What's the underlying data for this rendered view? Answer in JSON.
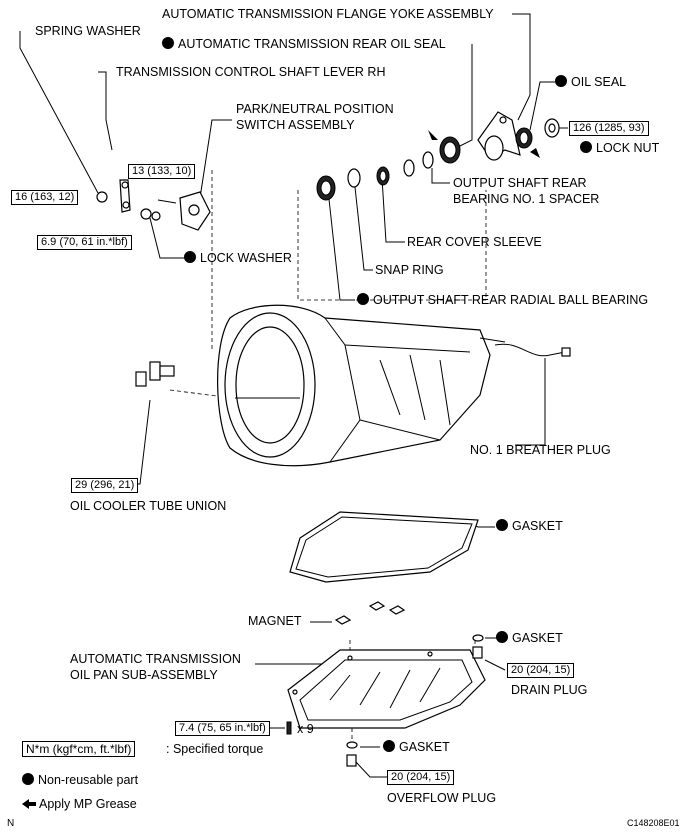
{
  "labels": {
    "flange_yoke": "AUTOMATIC TRANSMISSION FLANGE YOKE ASSEMBLY",
    "spring_washer": "SPRING WASHER",
    "rear_oil_seal": "AUTOMATIC TRANSMISSION REAR OIL SEAL",
    "oil_seal": "OIL SEAL",
    "control_shaft_lever": "TRANSMISSION CONTROL SHAFT LEVER RH",
    "park_neutral_1": "PARK/NEUTRAL POSITION",
    "park_neutral_2": "SWITCH ASSEMBLY",
    "lock_nut": "LOCK NUT",
    "spacer_1": "OUTPUT SHAFT REAR",
    "spacer_2": "BEARING NO. 1 SPACER",
    "rear_cover_sleeve": "REAR COVER SLEEVE",
    "lock_washer": "LOCK WASHER",
    "snap_ring": "SNAP RING",
    "radial_ball_bearing": "OUTPUT SHAFT REAR RADIAL BALL BEARING",
    "breather_plug": "NO. 1 BREATHER PLUG",
    "oil_cooler_union": "OIL COOLER TUBE UNION",
    "gasket_pan": "GASKET",
    "magnet": "MAGNET",
    "gasket_drain": "GASKET",
    "oil_pan_1": "AUTOMATIC TRANSMISSION",
    "oil_pan_2": "OIL PAN SUB-ASSEMBLY",
    "drain_plug": "DRAIN PLUG",
    "times_nine": "x 9",
    "gasket_overflow": "GASKET",
    "overflow_plug": "OVERFLOW PLUG"
  },
  "torques": {
    "lock_nut": "126 (1285, 93)",
    "lever_bolt": "13 (133, 10)",
    "spring_washer_nut": "16 (163, 12)",
    "lock_washer_nut": "6.9 (70, 61 in.*lbf)",
    "cooler_union": "29 (296, 21)",
    "drain_plug": "20 (204, 15)",
    "pan_bolts": "7.4 (75, 65 in.*lbf)",
    "overflow_plug": "20 (204, 15)"
  },
  "legend": {
    "torque_box": "N*m (kgf*cm, ft.*lbf)",
    "torque_text": ": Specified torque",
    "nonreusable": "Non-reusable part",
    "grease": "Apply MP Grease"
  },
  "footer": {
    "corner_letter": "N",
    "figure_code": "C148208E01"
  }
}
